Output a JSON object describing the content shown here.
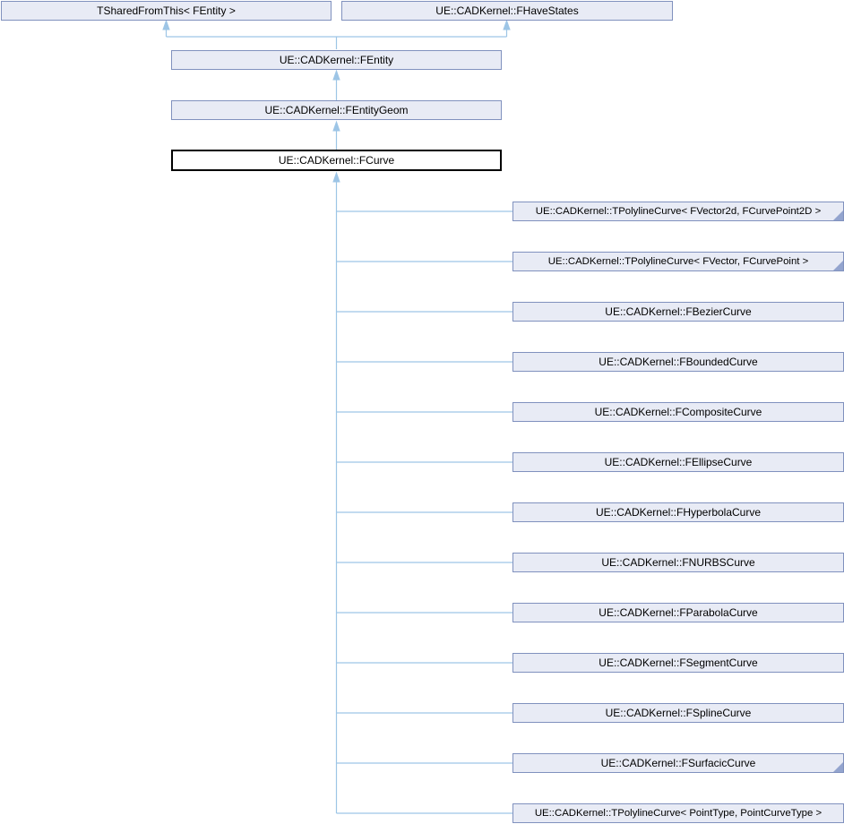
{
  "colors": {
    "node_fill": "#E8EBF5",
    "node_border": "#8091BE",
    "edge": "#9DC5E6",
    "current_fill": "#FFFFFF",
    "current_border": "#000000",
    "text": "#000000"
  },
  "nodes": {
    "shared_from_this": {
      "label": "TSharedFromThis< FEntity >"
    },
    "have_states": {
      "label": "UE::CADKernel::FHaveStates"
    },
    "entity": {
      "label": "UE::CADKernel::FEntity"
    },
    "entity_geom": {
      "label": "UE::CADKernel::FEntityGeom"
    },
    "curve": {
      "label": "UE::CADKernel::FCurve"
    }
  },
  "derived": [
    {
      "label": "UE::CADKernel::TPolylineCurve< FVector2d, FCurvePoint2D >",
      "truncated": true
    },
    {
      "label": "UE::CADKernel::TPolylineCurve< FVector, FCurvePoint >",
      "truncated": true
    },
    {
      "label": "UE::CADKernel::FBezierCurve",
      "truncated": false
    },
    {
      "label": "UE::CADKernel::FBoundedCurve",
      "truncated": false
    },
    {
      "label": "UE::CADKernel::FCompositeCurve",
      "truncated": false
    },
    {
      "label": "UE::CADKernel::FEllipseCurve",
      "truncated": false
    },
    {
      "label": "UE::CADKernel::FHyperbolaCurve",
      "truncated": false
    },
    {
      "label": "UE::CADKernel::FNURBSCurve",
      "truncated": false
    },
    {
      "label": "UE::CADKernel::FParabolaCurve",
      "truncated": false
    },
    {
      "label": "UE::CADKernel::FSegmentCurve",
      "truncated": false
    },
    {
      "label": "UE::CADKernel::FSplineCurve",
      "truncated": false
    },
    {
      "label": "UE::CADKernel::FSurfacicCurve",
      "truncated": true
    },
    {
      "label": "UE::CADKernel::TPolylineCurve< PointType, PointCurveType >",
      "truncated": false
    }
  ]
}
